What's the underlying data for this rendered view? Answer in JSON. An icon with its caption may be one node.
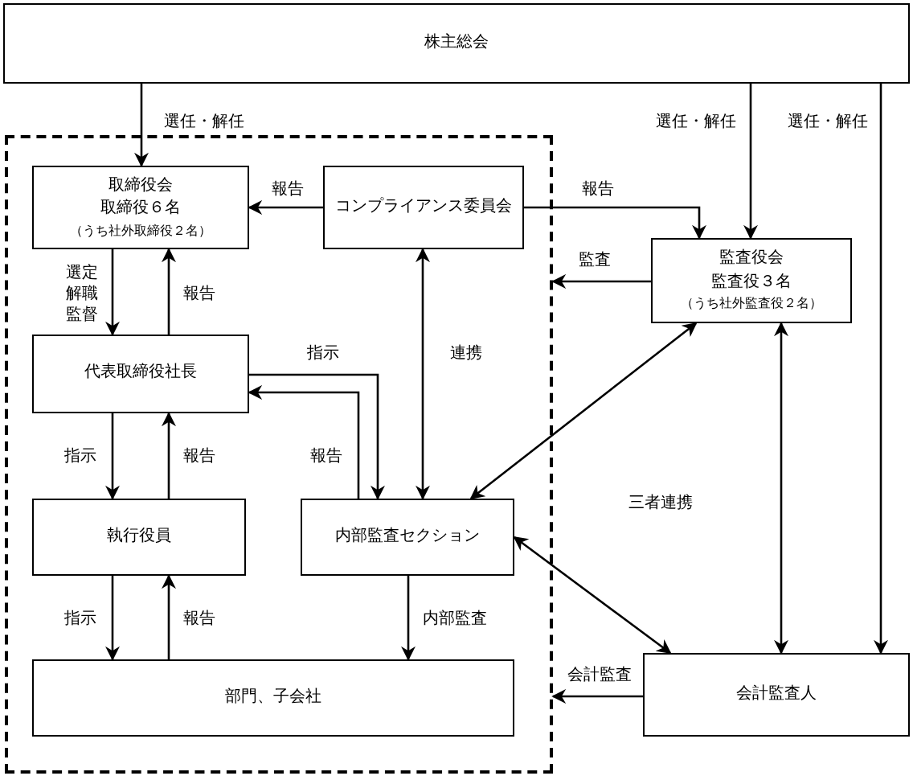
{
  "diagram": {
    "nodes": [
      {
        "text": [
          "株主総会"
        ]
      },
      {
        "text": [],
        "shape": "box"
      },
      {
        "text": [
          "取締役会",
          "取締役６名",
          "（うち社外取締役２名）"
        ],
        "in": 1
      },
      {
        "text": [
          "コンプライアンス委員会"
        ],
        "in": 1
      },
      {
        "text": [
          "監査役会",
          "監査役３名",
          "（うち社外監査役２名）"
        ]
      },
      {
        "text": [
          "代表取締役社長"
        ],
        "in": 1
      },
      {
        "text": [
          "執行役員"
        ],
        "in": 1
      },
      {
        "text": [
          "内部監査セクション"
        ],
        "in": 1
      },
      {
        "text": [
          "部門、子会社"
        ],
        "in": 1
      },
      {
        "text": [
          "会計監査人"
        ]
      }
    ],
    "edges": [
      {
        "from": 0,
        "to": 2,
        "arrow": "to",
        "label": "選任・解任"
      },
      {
        "from": 0,
        "to": 4,
        "arrow": "to",
        "label": "選任・解任"
      },
      {
        "from": 0,
        "to": 9,
        "arrow": "to",
        "label": "選任・解任"
      },
      {
        "from": 3,
        "to": 2,
        "arrow": "to",
        "label": "報告"
      },
      {
        "from": 3,
        "to": 4,
        "arrow": "to",
        "label": "報告"
      },
      {
        "from": 4,
        "to": 1,
        "arrow": "to",
        "label": "監査"
      },
      {
        "from": 2,
        "to": 5,
        "arrow": "to",
        "label": "選定解職監督"
      },
      {
        "from": 5,
        "to": 2,
        "arrow": "to",
        "label": "報告"
      },
      {
        "from": 5,
        "to": 7,
        "arrow": "to",
        "label": "指示"
      },
      {
        "from": 7,
        "to": 5,
        "arrow": "to",
        "label": "報告"
      },
      {
        "from": 3,
        "to": 7,
        "arrow": "both",
        "label": "連携"
      },
      {
        "from": 4,
        "to": 7,
        "arrow": "both"
      },
      {
        "from": 5,
        "to": 6,
        "arrow": "to",
        "label": "指示"
      },
      {
        "from": 6,
        "to": 5,
        "arrow": "to",
        "label": "報告"
      },
      {
        "from": 6,
        "to": 8,
        "arrow": "to",
        "label": "指示"
      },
      {
        "from": 8,
        "to": 6,
        "arrow": "to",
        "label": "報告"
      },
      {
        "from": 7,
        "to": 8,
        "arrow": "to",
        "label": "内部監査"
      },
      {
        "from": 7,
        "to": 9,
        "arrow": "both"
      },
      {
        "from": 4,
        "to": 9,
        "arrow": "both"
      },
      {
        "from": 9,
        "to": 1,
        "arrow": "to",
        "label": "会計監査"
      }
    ],
    "labels": [
      "三者連携"
    ]
  }
}
